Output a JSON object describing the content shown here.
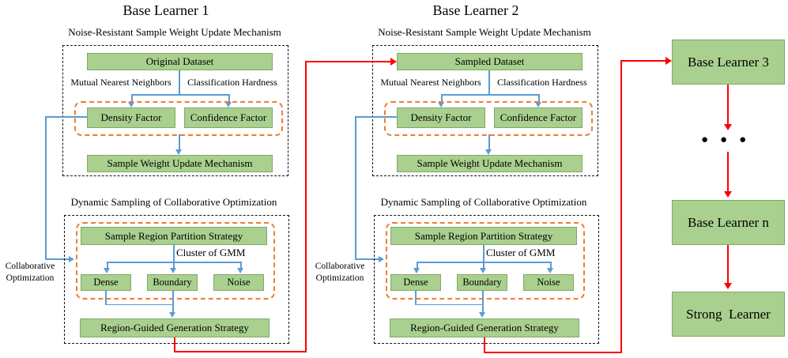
{
  "colors": {
    "box_green": "#A9D08E",
    "arrow_blue": "#5B9BD5",
    "arrow_red": "#FF0000",
    "dashed_orange": "#ED7D31",
    "dashed_black": "#141414"
  },
  "panels": [
    {
      "title": "Base Learner 1",
      "top": {
        "label": "Noise-Resistant Sample Weight Update Mechanism",
        "dataset": "Original Dataset",
        "left_branch_label": "Mutual Nearest Neighbors",
        "right_branch_label": "Classification Hardness",
        "density": "Density Factor",
        "confidence": "Confidence Factor",
        "update": "Sample Weight Update Mechanism"
      },
      "feedback_label": {
        "line1": "Collaborative",
        "line2": "Optimization"
      },
      "bottom": {
        "label": "Dynamic Sampling of Collaborative Optimization",
        "partition": "Sample Region Partition Strategy",
        "cluster_label": "Cluster of GMM",
        "dense": "Dense",
        "boundary": "Boundary",
        "noise": "Noise",
        "generation": "Region-Guided Generation Strategy"
      }
    },
    {
      "title": "Base Learner 2",
      "top": {
        "label": "Noise-Resistant Sample Weight Update Mechanism",
        "dataset": "Sampled Dataset",
        "left_branch_label": "Mutual Nearest Neighbors",
        "right_branch_label": "Classification Hardness",
        "density": "Density Factor",
        "confidence": "Confidence Factor",
        "update": "Sample Weight Update Mechanism"
      },
      "feedback_label": {
        "line1": "Collaborative",
        "line2": "Optimization"
      },
      "bottom": {
        "label": "Dynamic Sampling of Collaborative Optimization",
        "partition": "Sample Region Partition Strategy",
        "cluster_label": "Cluster of GMM",
        "dense": "Dense",
        "boundary": "Boundary",
        "noise": "Noise",
        "generation": "Region-Guided Generation Strategy"
      }
    }
  ],
  "right_column": {
    "learner3": "Base Learner 3",
    "ellipsis": "●●●",
    "learner_n": "Base Learner n",
    "strong": "Strong  Learner"
  }
}
